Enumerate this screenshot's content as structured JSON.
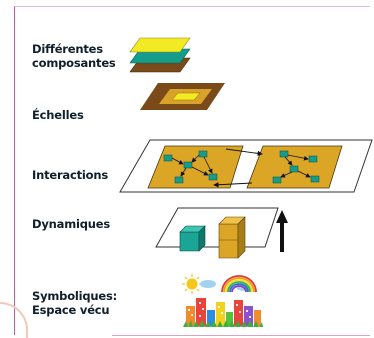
{
  "labels": [
    {
      "line1": "Différentes",
      "line2": "composantes"
    },
    {
      "line1": "Échelles"
    },
    {
      "line1": "Interactions"
    },
    {
      "line1": "Dynamiques"
    },
    {
      "line1": "Symboliques:",
      "line2": "Espace vécu"
    }
  ],
  "colors": {
    "frame": "#c95aa0",
    "layer_yellow": "#f2ea22",
    "layer_teal": "#159d8c",
    "layer_brown": "#7a4a18",
    "scale_outer": "#7a4a18",
    "scale_mid": "#d9a22b",
    "scale_inner": "#f2ea22",
    "plate": "#dba626",
    "node": "#159d8c",
    "cube_teal": "#1aa596",
    "cube_gold": "#dba626",
    "arrow": "#111111",
    "text": "#0f1f2b"
  }
}
